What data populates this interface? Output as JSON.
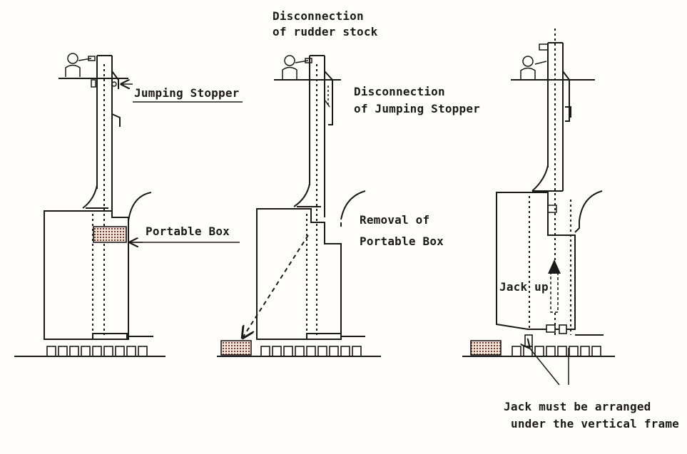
{
  "labels": {
    "panel1": {
      "jumping_stopper": "Jumping Stopper",
      "portable_box": "Portable Box"
    },
    "panel2": {
      "disconnection_rudder_1": "Disconnection",
      "disconnection_rudder_2": "of rudder stock",
      "disconnection_stopper_1": "Disconnection",
      "disconnection_stopper_2": "of Jumping Stopper",
      "removal_1": "Removal of",
      "removal_2": "Portable Box"
    },
    "panel3": {
      "jack_up": "Jack up",
      "note_1": "Jack must be arranged",
      "note_2": "under the vertical frame"
    }
  },
  "icons": {
    "worker": "person-icon",
    "arrow": "arrow-icon"
  }
}
